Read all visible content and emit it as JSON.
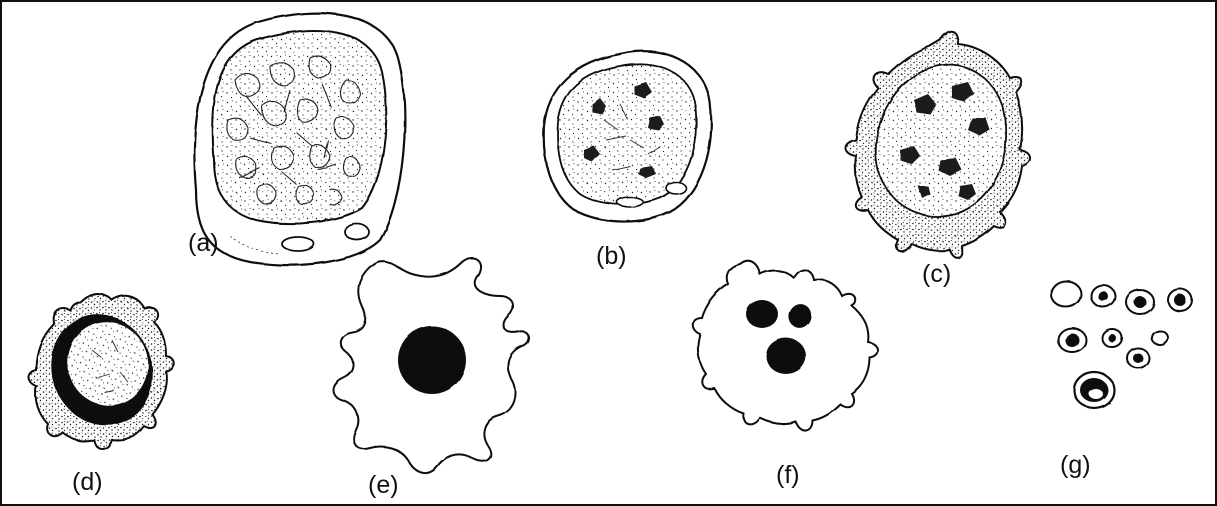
{
  "figure": {
    "panels": [
      {
        "id": "a",
        "label": "(a)"
      },
      {
        "id": "b",
        "label": "(b)"
      },
      {
        "id": "c",
        "label": "(c)"
      },
      {
        "id": "d",
        "label": "(d)"
      },
      {
        "id": "e",
        "label": "(e)"
      },
      {
        "id": "f",
        "label": "(f)"
      },
      {
        "id": "g",
        "label": "(g)"
      }
    ]
  },
  "colors": {
    "ink": "#111111",
    "paper": "#ffffff"
  }
}
